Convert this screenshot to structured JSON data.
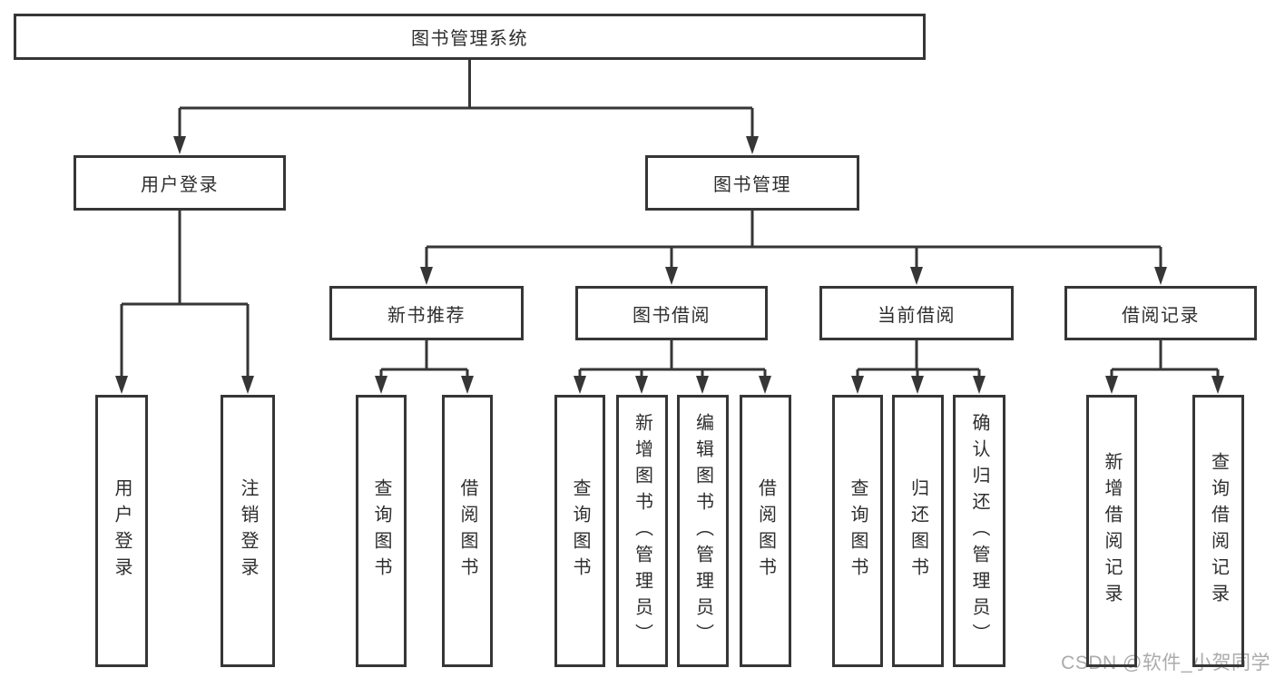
{
  "diagram_title": "图书管理系统",
  "tree": {
    "root": {
      "label": "图书管理系统"
    },
    "level2": [
      {
        "label": "用户登录"
      },
      {
        "label": "图书管理"
      }
    ],
    "level3": [
      {
        "label": "新书推荐"
      },
      {
        "label": "图书借阅"
      },
      {
        "label": "当前借阅"
      },
      {
        "label": "借阅记录"
      }
    ],
    "leaves": {
      "user_login": [
        "用户登录",
        "注销登录"
      ],
      "new_books": [
        "查询图书",
        "借阅图书"
      ],
      "book_borrow": [
        "查询图书",
        "新增图书（管理员）",
        "编辑图书（管理员）",
        "借阅图书"
      ],
      "current_borrow": [
        "查询图书",
        "归还图书",
        "确认归还（管理员）"
      ],
      "borrow_records": [
        "新增借阅记录",
        "查询借阅记录"
      ]
    }
  },
  "watermark": {
    "text": "CSDN @软件_小贺同学"
  },
  "colors": {
    "line": "#363636",
    "ink": "#2e2e2e",
    "watermark": "#ababab",
    "background": "#ffffff"
  }
}
